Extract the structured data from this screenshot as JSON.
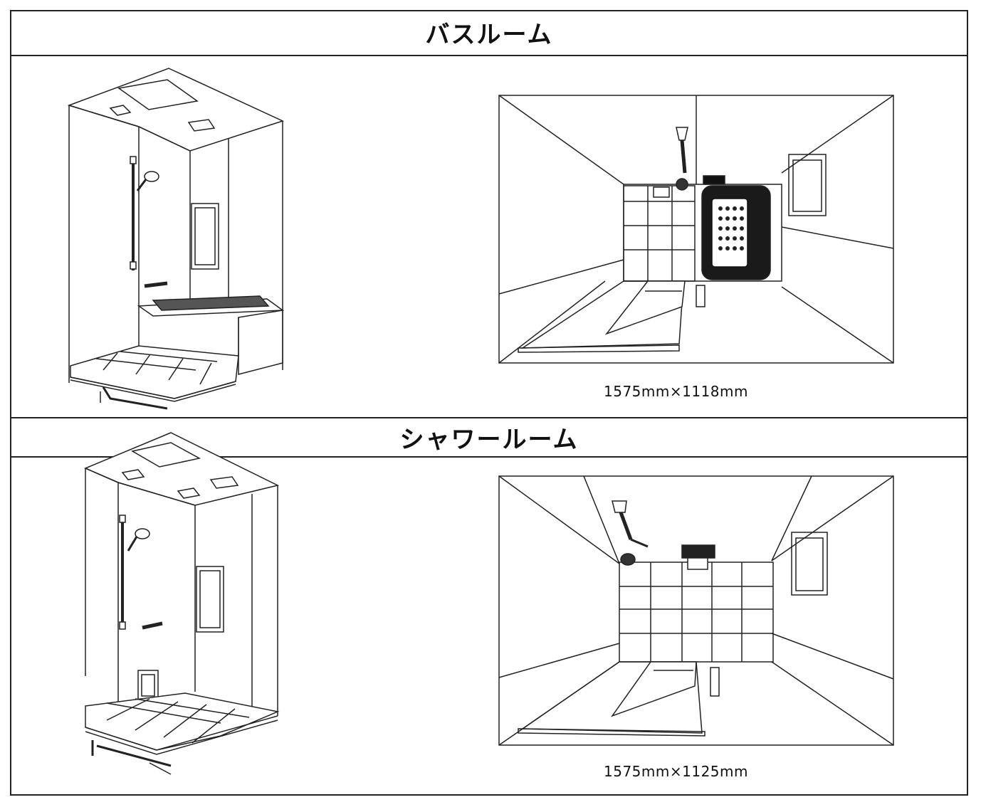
{
  "sections": [
    {
      "title": "バスルーム",
      "dimensions": "1575mm×1118mm"
    },
    {
      "title": "シャワールーム",
      "dimensions": "1575mm×1125mm"
    }
  ],
  "colors": {
    "line": "#222222",
    "background": "#ffffff",
    "fixture_dark": "#111111"
  }
}
